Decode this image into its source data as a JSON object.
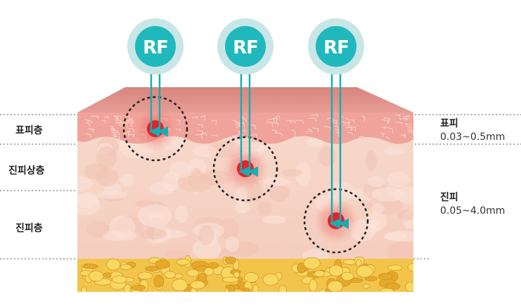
{
  "left_labels": {
    "epidermis_layer": "표피층",
    "upper_dermis_layer": "진피상층",
    "dermis_layer": "진피층"
  },
  "right_labels": {
    "epidermis": {
      "title": "표피",
      "range": "0.03~0.5mm"
    },
    "dermis": {
      "title": "진피",
      "range": "0.05~4.0mm"
    }
  },
  "probes": [
    {
      "label": "RF",
      "target": "epidermis"
    },
    {
      "label": "RF",
      "target": "upper-dermis"
    },
    {
      "label": "RF",
      "target": "dermis"
    }
  ],
  "colors": {
    "rf_circle": "#1fb8bd",
    "rf_halo": "#c9e6e6",
    "probe_line": "#16aeb3",
    "focus_dot": "#e0242a",
    "epidermis": "#f2a6a0",
    "dermis": "#f6d0c2",
    "fat": "#f2c23a"
  }
}
